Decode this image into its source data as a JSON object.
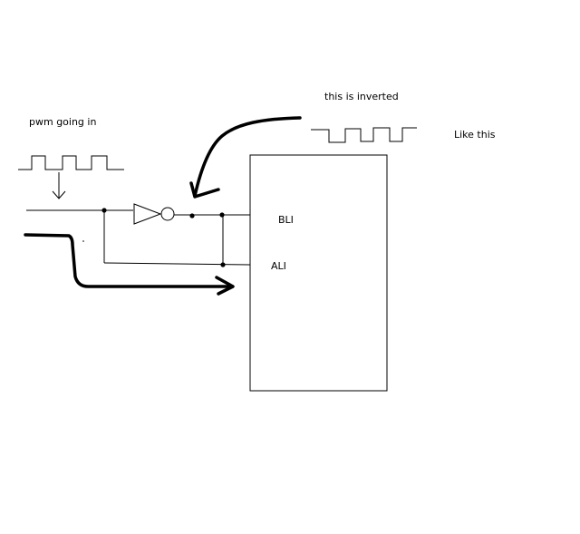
{
  "labels": {
    "pwm_in": "pwm going in",
    "inverted": "this is inverted",
    "like_this": "Like this",
    "bli": "BLI",
    "ali": "ALI"
  },
  "colors": {
    "ink": "#000000",
    "background": "#ffffff"
  }
}
